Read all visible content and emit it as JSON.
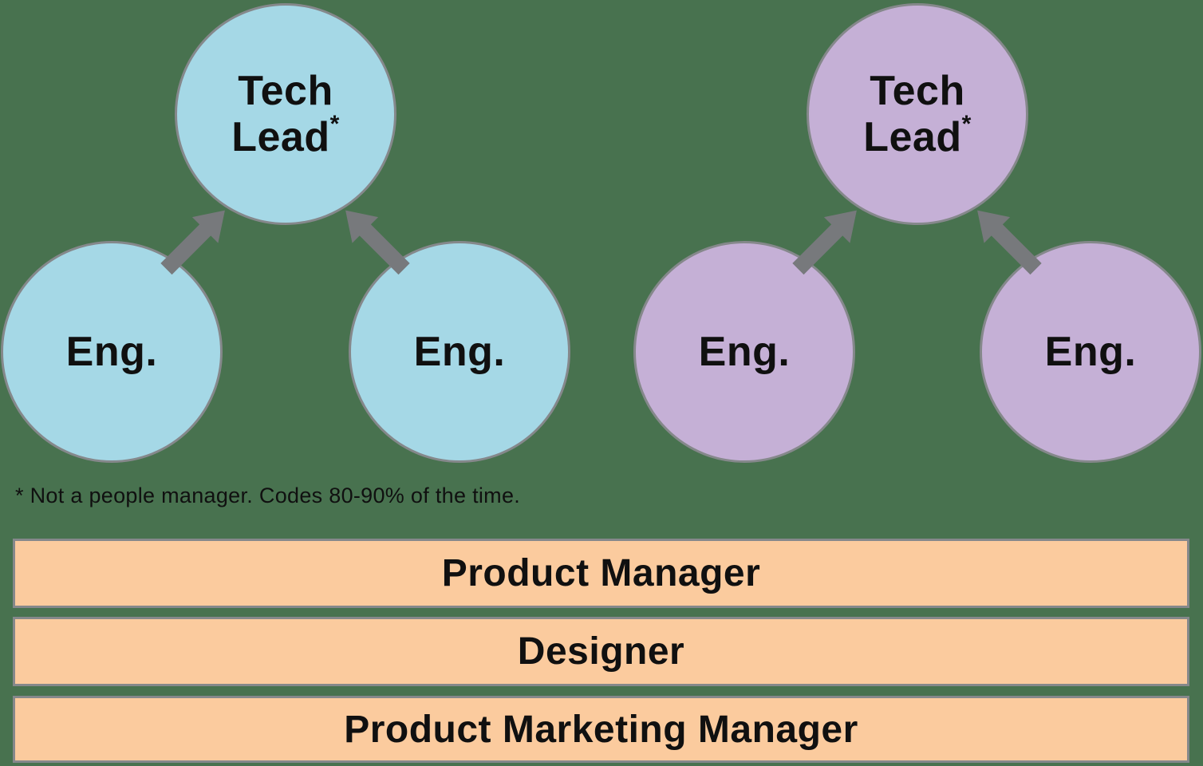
{
  "theme": {
    "background": "#48724f",
    "team_a_fill": "#a5d8e6",
    "team_b_fill": "#c5b0d6",
    "bar_fill": "#fbcb9e",
    "outline": "#85888b",
    "arrow": "#77797c",
    "text": "#101010"
  },
  "clusters": [
    {
      "name": "team-a",
      "lead": {
        "line1": "Tech",
        "line2": "Lead",
        "marker": "*"
      },
      "engineers": [
        "Eng.",
        "Eng."
      ]
    },
    {
      "name": "team-b",
      "lead": {
        "line1": "Tech",
        "line2": "Lead",
        "marker": "*"
      },
      "engineers": [
        "Eng.",
        "Eng."
      ]
    }
  ],
  "footnote": "* Not a people manager. Codes 80-90% of the time.",
  "shared_roles": [
    {
      "label": "Product Manager"
    },
    {
      "label": "Designer"
    },
    {
      "label": "Product Marketing Manager"
    }
  ]
}
